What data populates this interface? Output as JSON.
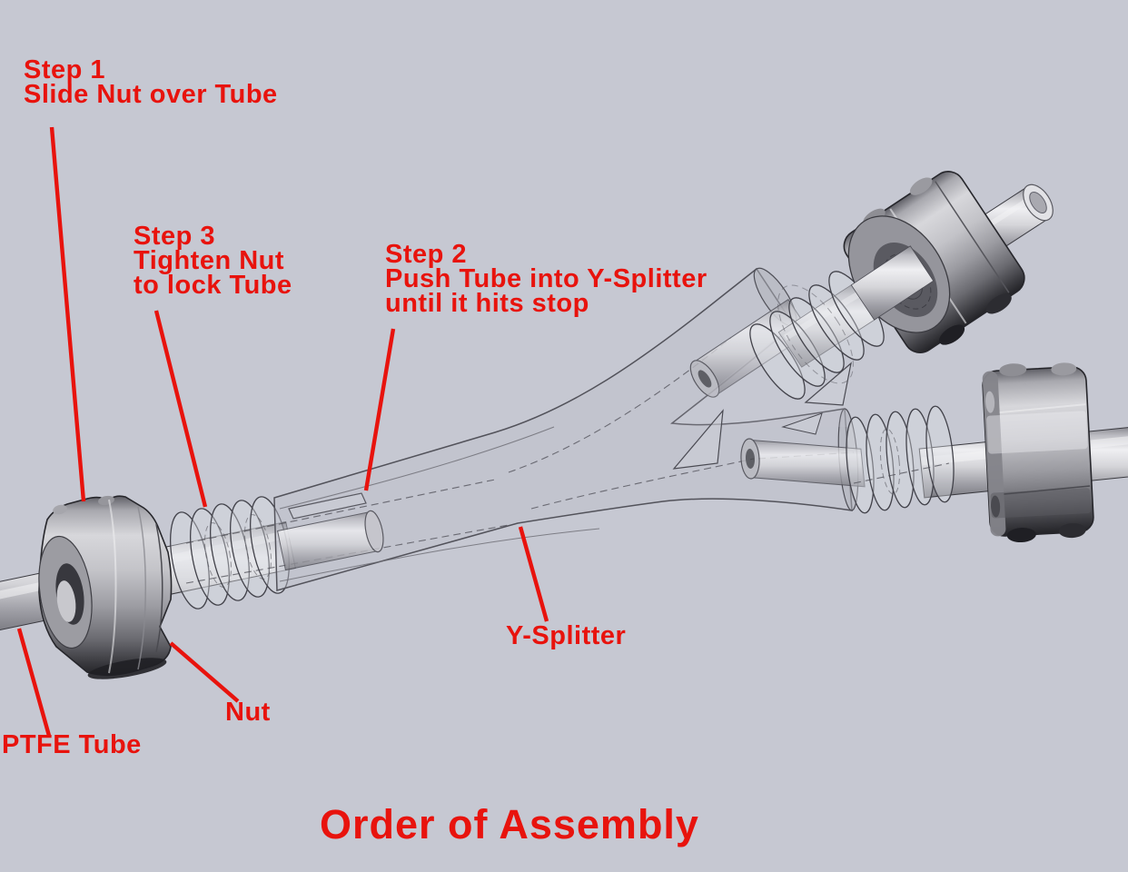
{
  "scene": {
    "title": "Order of Assembly",
    "background_color": "#c6c8d2",
    "annotation_color": "#e8130d"
  },
  "annotations": {
    "step1": {
      "lines": [
        "Step 1",
        "Slide Nut over Tube"
      ]
    },
    "step2": {
      "lines": [
        "Step 2",
        "Push Tube into Y-Splitter",
        "until it hits stop"
      ]
    },
    "step3": {
      "lines": [
        "Step 3",
        "Tighten Nut",
        "to lock Tube"
      ]
    },
    "labels": {
      "y_splitter": "Y-Splitter",
      "nut": "Nut",
      "ptfe_tube": "PTFE Tube"
    }
  }
}
